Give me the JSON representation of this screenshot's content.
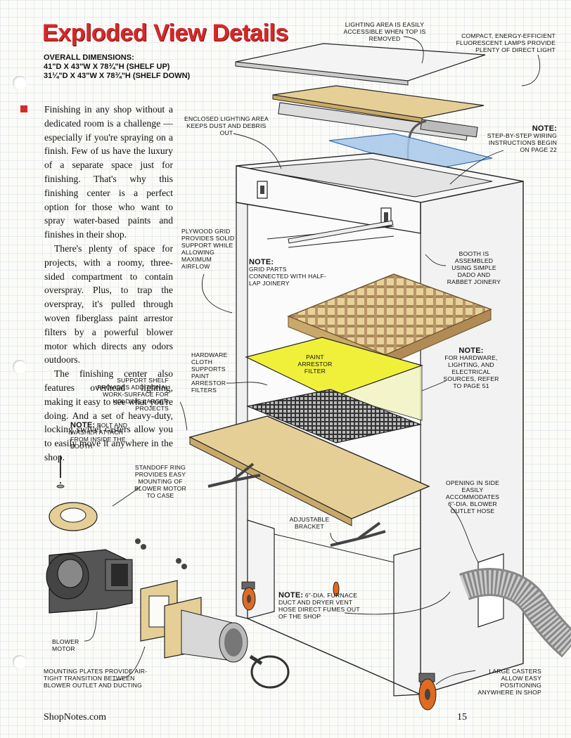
{
  "page": {
    "title": "Exploded View Details",
    "dimensions": {
      "heading": "Overall Dimensions:",
      "shelf_up": "41\"D x 43\"W x 78¾\"H (Shelf Up)",
      "shelf_down": "31¼\"D x 43\"W x 78¾\"H (Shelf Down)"
    },
    "body": [
      "Finishing in any shop without a dedicated room is a challenge — especially if you're spraying on a finish. Few of us have the luxury of a separate space just for finishing. That's why this finishing center is a perfect option for those who want to spray water-based paints and finishes in their shop.",
      "There's plenty of space for projects, with a roomy, three-sided compartment to contain overspray. Plus, to trap the overspray, it's pulled through woven fiberglass paint arrestor filters by a powerful blower motor which directs any odors outdoors.",
      "The finishing center also features overhead lighting, making it easy to see what you're doing. And a set of heavy-duty, locking swivel casters allow you to easily move it anywhere in the shop."
    ],
    "footer": {
      "site": "ShopNotes.com",
      "page_number": "15"
    }
  },
  "callouts": {
    "lighting_access": "Lighting area is easily accessible when top is removed",
    "lamps": "Compact, energy-efficient fluorescent lamps provide plenty of direct light",
    "enclosed_lighting": "Enclosed lighting area keeps dust and debris out",
    "wiring_note_head": "Note:",
    "wiring_note": "Step-by-step wiring instructions begin on page 22",
    "plywood_grid": "Plywood grid provides solid support while allowing maximum airflow",
    "grid_note_head": "Note:",
    "grid_note": "Grid parts connected with half-lap joinery",
    "booth_assembled": "Booth is assembled using simple dado and rabbet joinery",
    "hardware_cloth": "Hardware cloth supports paint arrestor filters",
    "paint_filter": "Paint arrestor filter",
    "hardware_note_head": "Note:",
    "hardware_note": "For hardware, lighting, and electrical sources, refer to page 51",
    "support_shelf": "Support shelf provides additional work-surface for holding larger projects",
    "bolt_note_head": "Note:",
    "bolt_note": "Bolt and washer attach from inside the booth",
    "standoff_ring": "Standoff ring provides easy mounting of blower motor to case",
    "opening_side": "Opening in side easily accommodates 6\"-dia. blower outlet hose",
    "adjustable_bracket": "Adjustable bracket",
    "duct_note_head": "Note:",
    "duct_note": "6\"-dia. furnace duct and dryer vent hose direct fumes out of the shop",
    "blower_motor": "Blower motor",
    "mounting_plates": "Mounting plates provide air-tight transition between blower outlet and ducting",
    "large_casters": "Large casters allow easy positioning anywhere in shop"
  },
  "colors": {
    "title_red": "#d42a2a",
    "plywood": "#e6cf97",
    "filter_yellow": "#f0f03a",
    "glass_blue": "#a8c8ea",
    "caster_orange": "#e06a20"
  }
}
